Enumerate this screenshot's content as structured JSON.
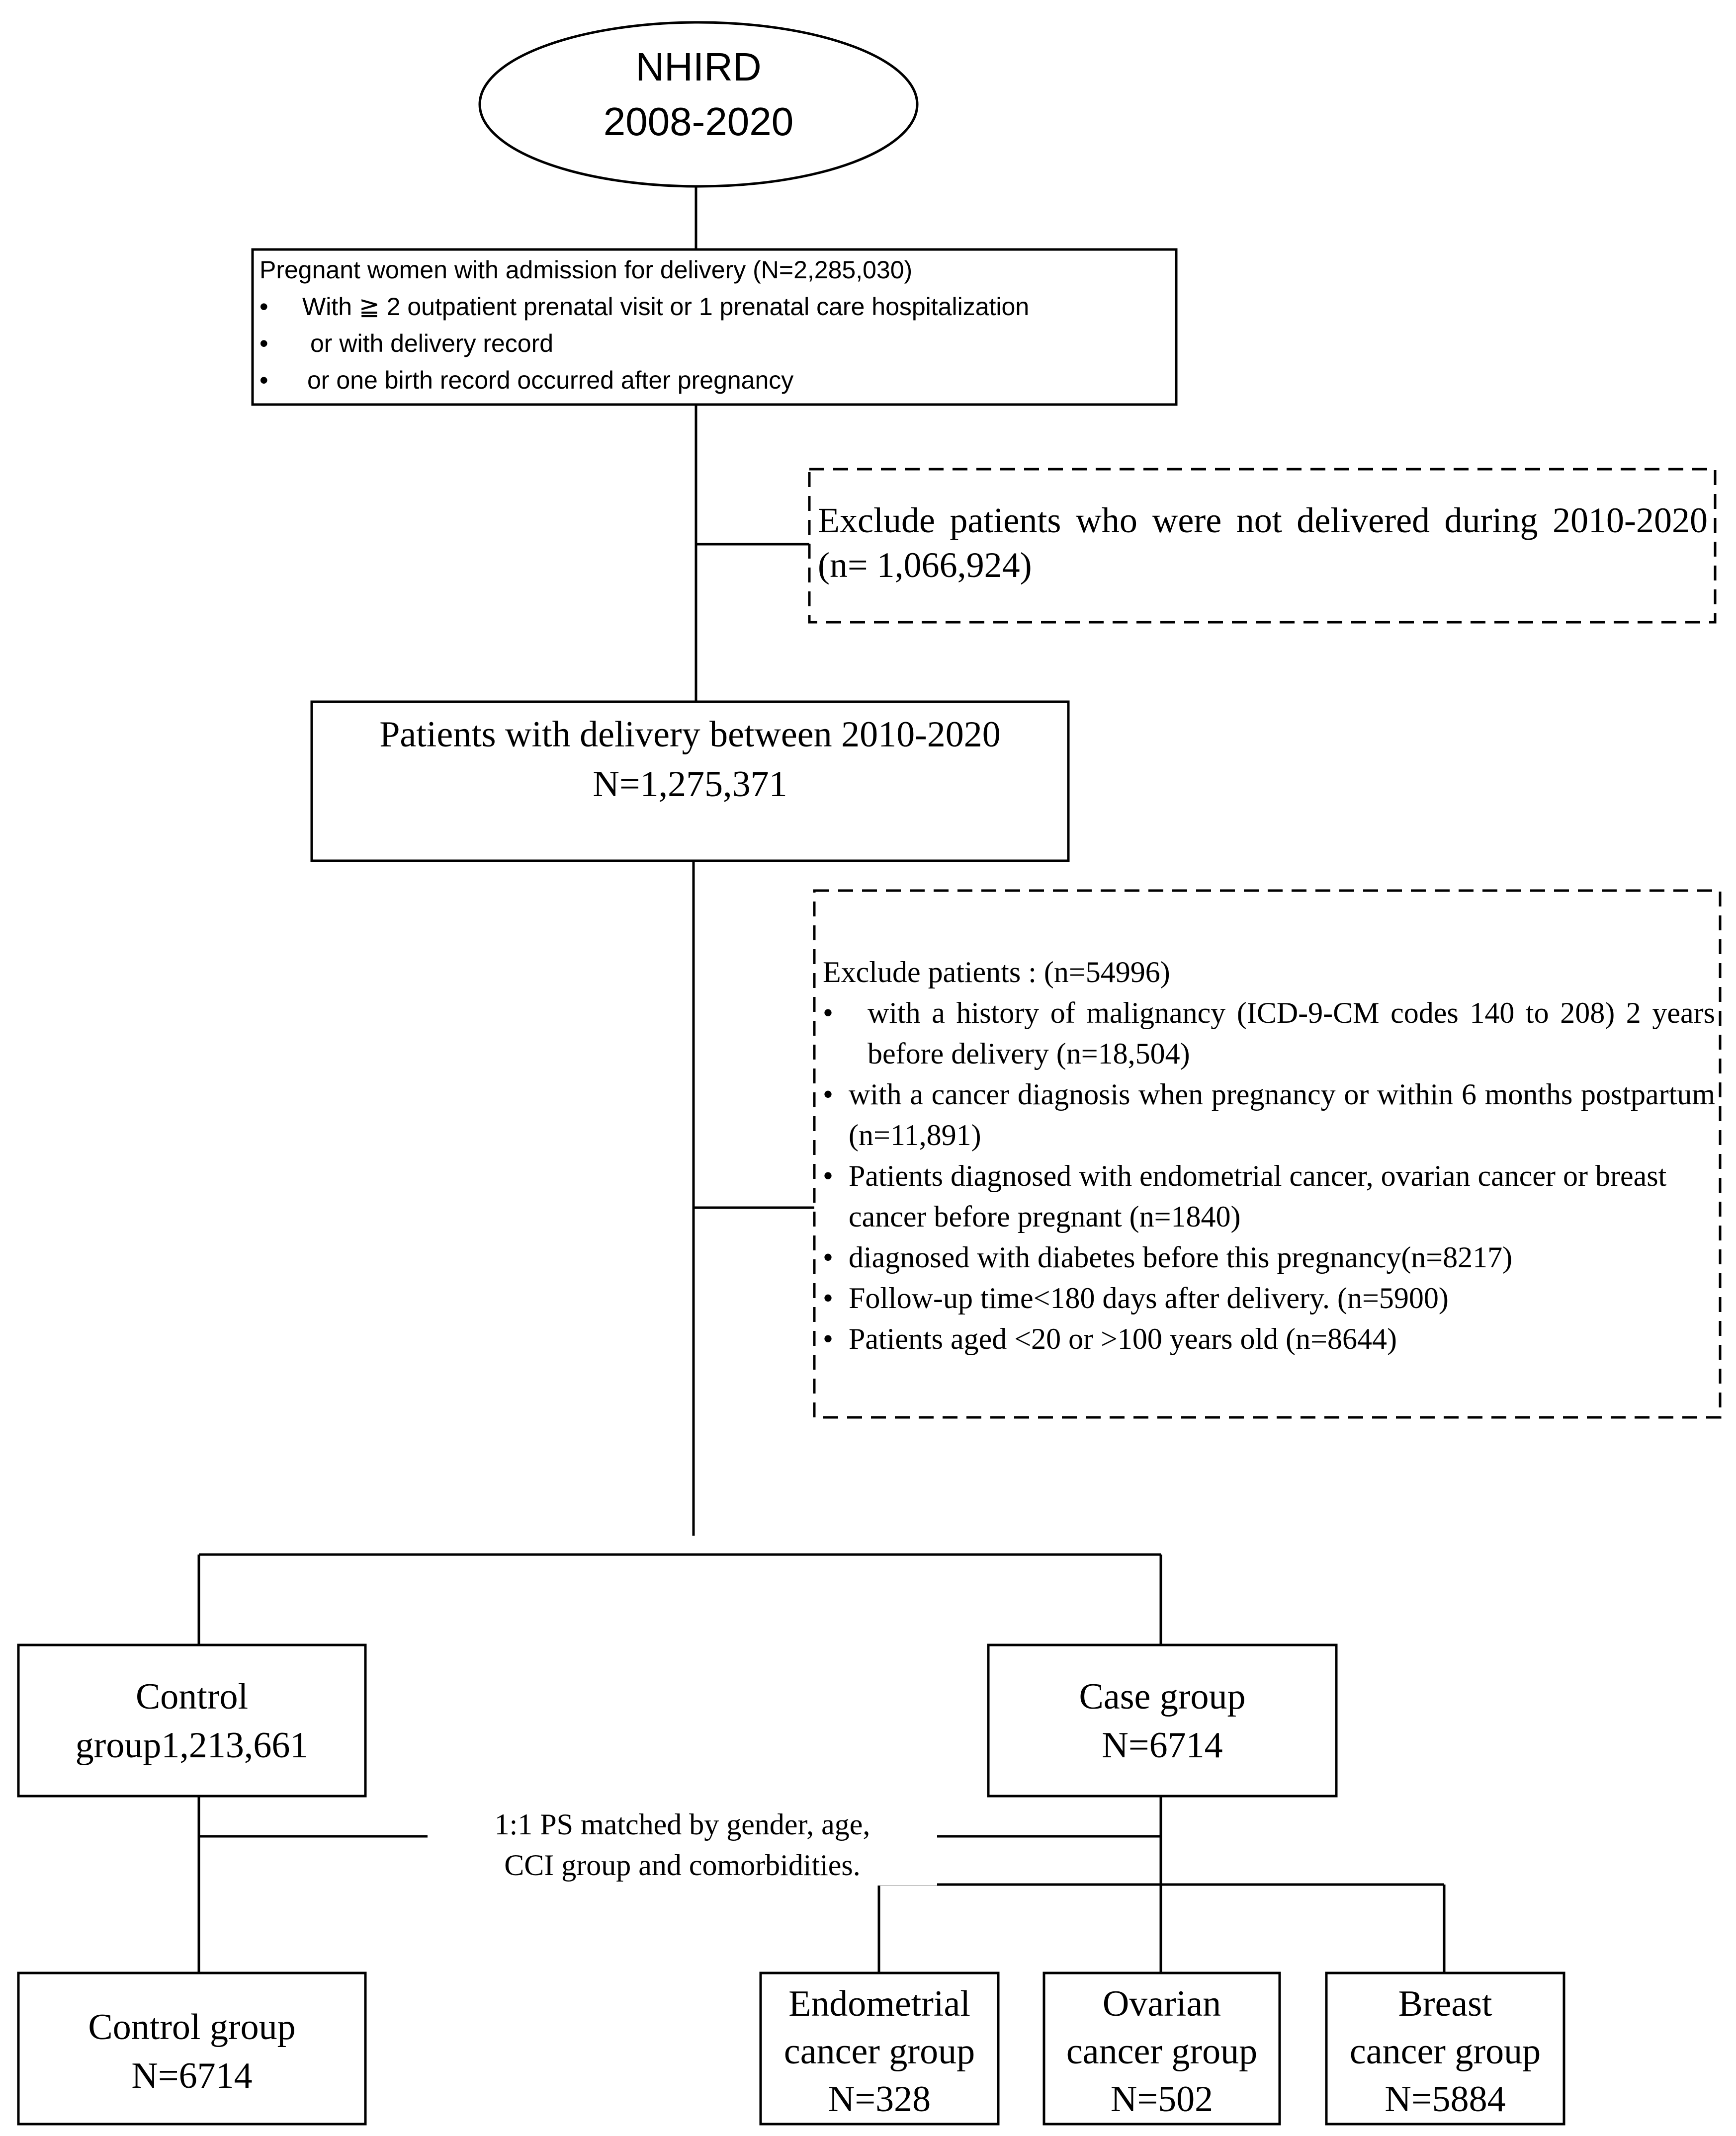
{
  "source": {
    "line1": "NHIRD",
    "line2": "2008-2020"
  },
  "pregnant": {
    "title": "Pregnant women with admission for delivery (N=2,285,030)",
    "bullets": [
      "With ≧ 2 outpatient prenatal visit or 1 prenatal care hospitalization",
      "or with delivery record",
      "or one birth record occurred after pregnancy"
    ]
  },
  "exclude1": {
    "text": "Exclude patients who were not delivered during 2010-2020 (n= 1,066,924)"
  },
  "delivery": {
    "line1": "Patients with delivery between 2010-2020",
    "line2": "N=1,275,371"
  },
  "exclude2": {
    "title": "Exclude patients : (n=54996)",
    "bullets": [
      "with a history of malignancy (ICD-9-CM codes 140 to 208) 2 years before delivery (n=18,504)",
      "with a cancer diagnosis when pregnancy or within 6 months postpartum (n=11,891)",
      "Patients diagnosed with endometrial cancer, ovarian cancer or breast cancer before pregnant (n=1840)",
      "diagnosed with diabetes before this pregnancy(n=8217)",
      "Follow-up time<180 days after delivery. (n=5900)",
      "Patients aged <20 or >100 years old (n=8644)"
    ]
  },
  "control_all": {
    "line1": "Control",
    "line2": "group1,213,661"
  },
  "case_all": {
    "line1": "Case group",
    "line2": "N=6714"
  },
  "matching": {
    "line1": "1:1 PS matched by gender, age,",
    "line2": "CCI group and comorbidities."
  },
  "control_matched": {
    "line1": "Control group",
    "line2": "N=6714"
  },
  "endometrial": {
    "line1": "Endometrial",
    "line2": "cancer group",
    "line3": "N=328"
  },
  "ovarian": {
    "line1": "Ovarian",
    "line2": "cancer group",
    "line3": "N=502"
  },
  "breast": {
    "line1": "Breast",
    "line2": "cancer group",
    "line3": "N=5884"
  }
}
